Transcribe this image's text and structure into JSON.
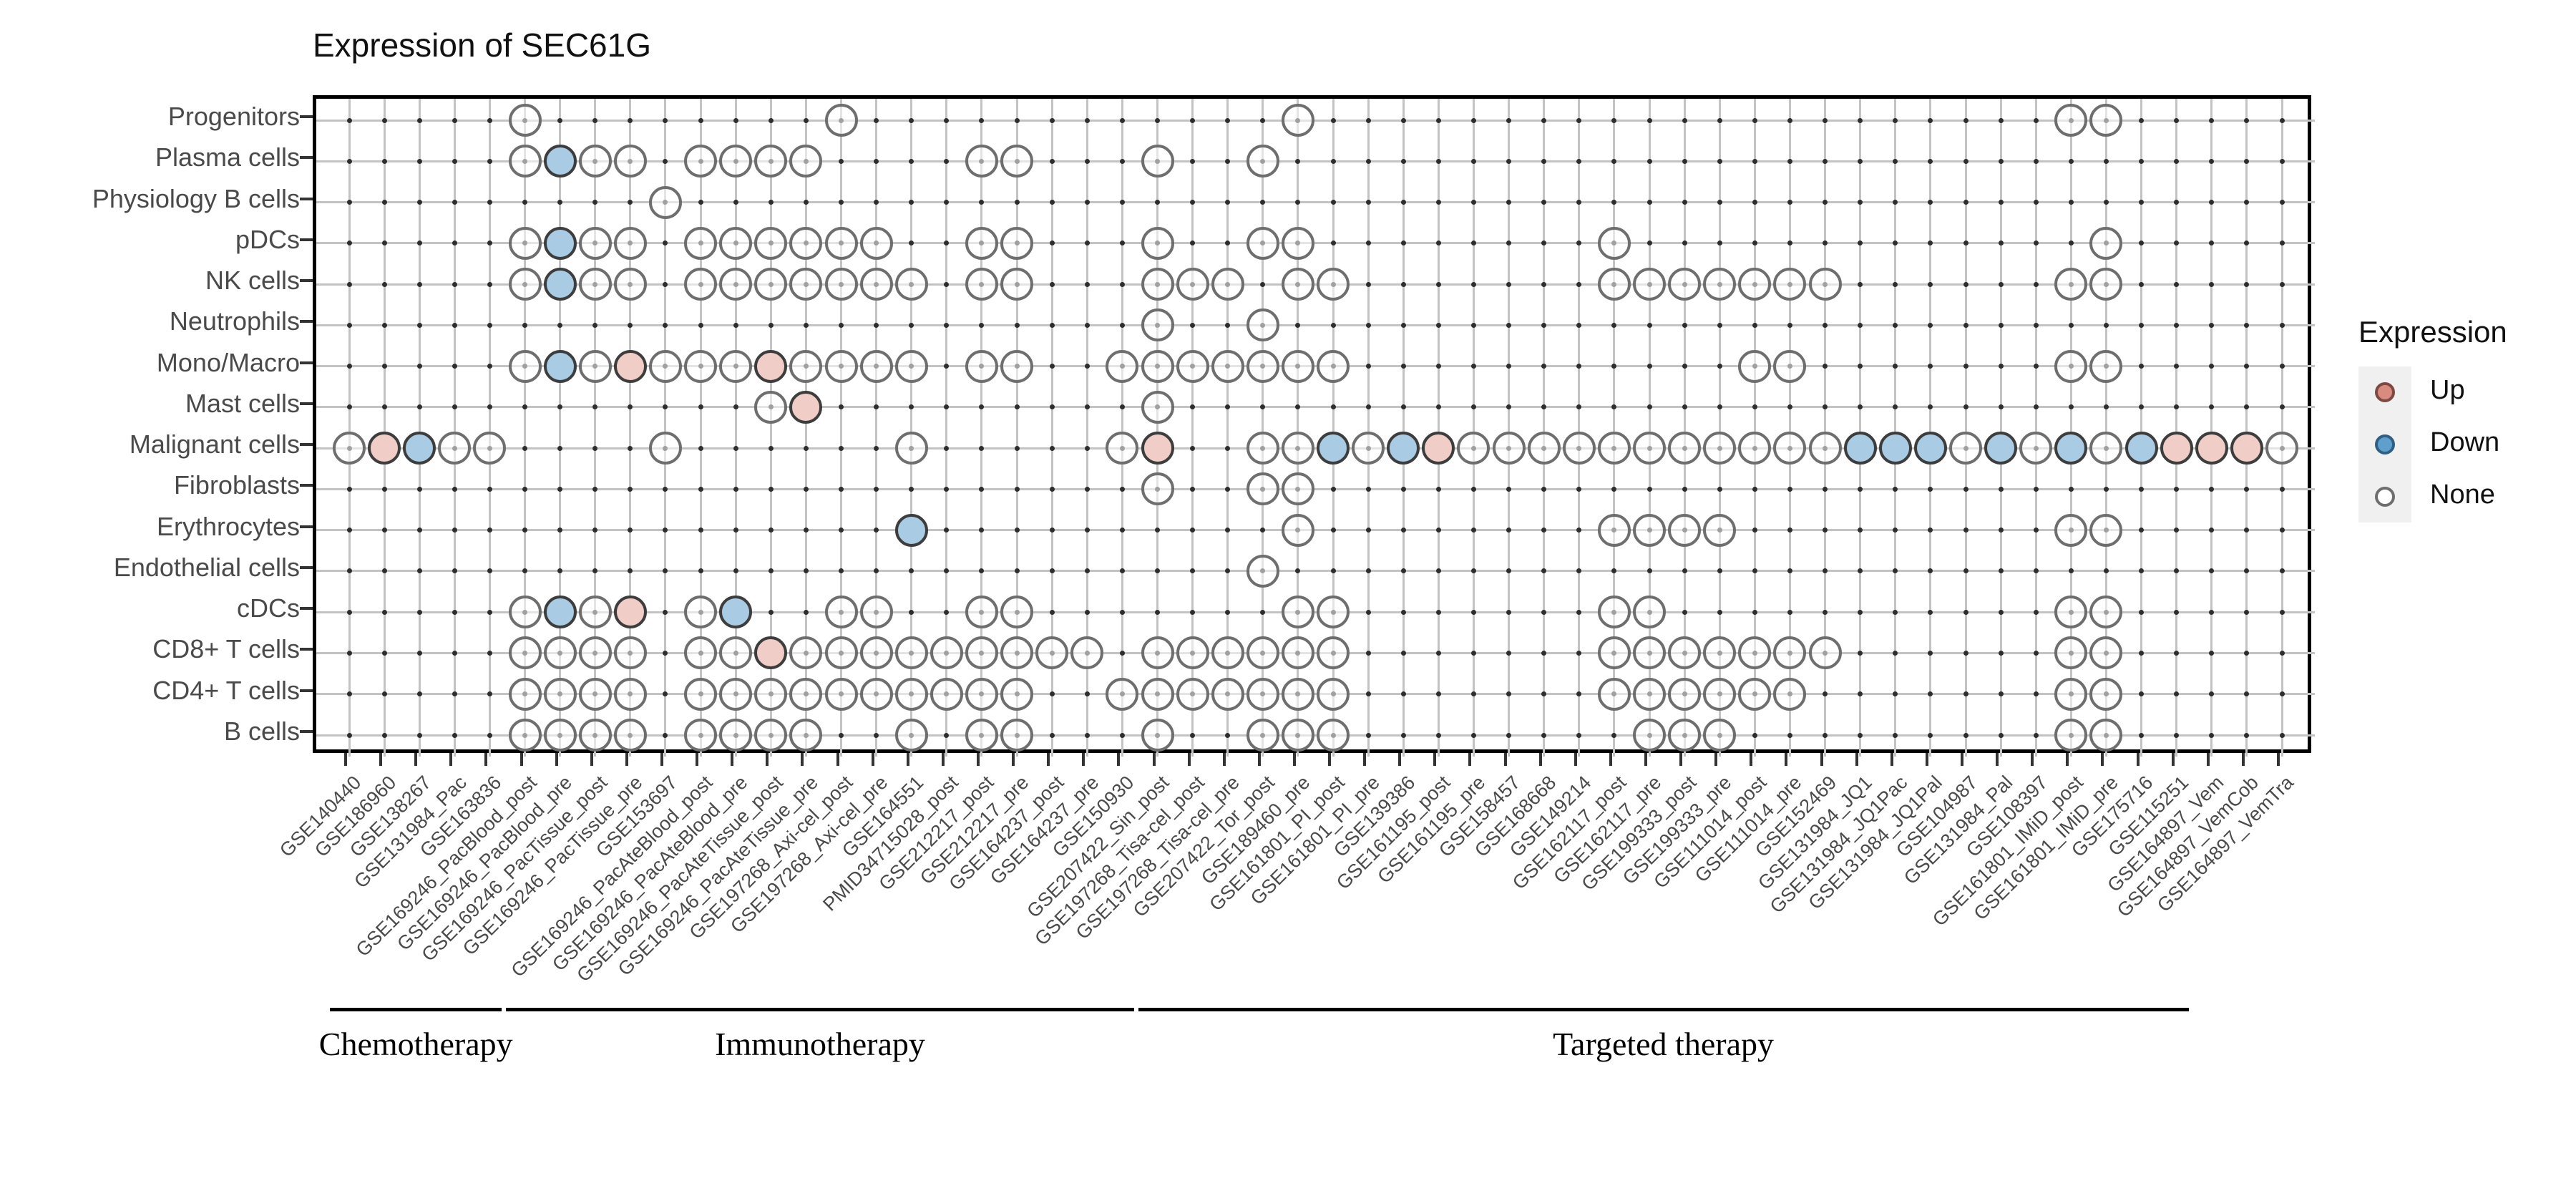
{
  "title": "Expression of SEC61G",
  "legend": {
    "title": "Expression",
    "items": [
      {
        "label": "Up",
        "key": "up"
      },
      {
        "label": "Down",
        "key": "down"
      },
      {
        "label": "None",
        "key": "none"
      }
    ]
  },
  "colors": {
    "up_fill": "#f0cec7",
    "down_fill": "#a9cbe3",
    "none_fill": "#ffffff",
    "up_stroke": "#3d3d3d",
    "down_stroke": "#3d3d3d",
    "none_stroke": "#6e6e6e",
    "legend_up": "#d98b80",
    "legend_down": "#5e9fcb",
    "legend_none": "#ffffff",
    "grid": "#c3c3c3",
    "node_dot": "#2e2e2e",
    "axis_text": "#4a4a4a"
  },
  "groups": [
    {
      "label": "Chemotherapy",
      "from": 1,
      "to": 5
    },
    {
      "label": "Immunotherapy",
      "from": 6,
      "to": 23
    },
    {
      "label": "Targeted therapy",
      "from": 24,
      "to": 53
    }
  ],
  "chart_data": {
    "type": "heatmap",
    "title": "Expression of SEC61G",
    "legend_values": [
      "Up",
      "Down",
      "None"
    ],
    "rows": [
      "Progenitors",
      "Plasma cells",
      "Physiology B cells",
      "pDCs",
      "NK cells",
      "Neutrophils",
      "Mono/Macro",
      "Mast cells",
      "Malignant cells",
      "Fibroblasts",
      "Erythrocytes",
      "Endothelial cells",
      "cDCs",
      "CD8+ T cells",
      "CD4+ T cells",
      "B cells"
    ],
    "cols": [
      "GSE140440",
      "GSE186960",
      "GSE138267",
      "GSE131984_Pac",
      "GSE163836",
      "GSE169246_PacBlood_post",
      "GSE169246_PacBlood_pre",
      "GSE169246_PacTissue_post",
      "GSE169246_PacTissue_pre",
      "GSE153697",
      "GSE169246_PacAteBlood_post",
      "GSE169246_PacAteBlood_pre",
      "GSE169246_PacAteTissue_post",
      "GSE169246_PacAteTissue_pre",
      "GSE197268_Axi-cel_post",
      "GSE197268_Axi-cel_pre",
      "GSE164551",
      "PMID34715028_post",
      "GSE212217_post",
      "GSE212217_pre",
      "GSE164237_post",
      "GSE164237_pre",
      "GSE150930",
      "GSE207422_Sin_post",
      "GSE197268_Tisa-cel_post",
      "GSE197268_Tisa-cel_pre",
      "GSE207422_Tor_post",
      "GSE189460_pre",
      "GSE161801_PI_post",
      "GSE161801_PI_pre",
      "GSE139386",
      "GSE161195_post",
      "GSE161195_pre",
      "GSE158457",
      "GSE168668",
      "GSE149214",
      "GSE162117_post",
      "GSE162117_pre",
      "GSE199333_post",
      "GSE199333_pre",
      "GSE111014_post",
      "GSE111014_pre",
      "GSE152469",
      "GSE131984_JQ1",
      "GSE131984_JQ1Pac",
      "GSE131984_JQ1Pal",
      "GSE104987",
      "GSE131984_Pal",
      "GSE108397",
      "GSE161801_IMiD_post",
      "GSE161801_IMiD_pre",
      "GSE175716",
      "GSE115251",
      "GSE164897_Vem",
      "GSE164897_VemCob",
      "GSE164897_VemTra"
    ],
    "cells": {
      "Progenitors": {
        "up": [],
        "down": [],
        "none": [
          6,
          15,
          28,
          50,
          51
        ]
      },
      "Plasma cells": {
        "up": [],
        "down": [
          7
        ],
        "none": [
          6,
          8,
          9,
          11,
          12,
          13,
          14,
          19,
          20,
          24,
          27
        ]
      },
      "Physiology B cells": {
        "up": [],
        "down": [],
        "none": [
          10
        ]
      },
      "pDCs": {
        "up": [],
        "down": [
          7
        ],
        "none": [
          6,
          8,
          9,
          11,
          12,
          13,
          14,
          15,
          16,
          19,
          20,
          24,
          27,
          28,
          37,
          51
        ]
      },
      "NK cells": {
        "up": [],
        "down": [
          7
        ],
        "none": [
          6,
          8,
          9,
          11,
          12,
          13,
          14,
          15,
          16,
          17,
          19,
          20,
          24,
          25,
          26,
          28,
          29,
          37,
          38,
          39,
          40,
          41,
          42,
          43,
          50,
          51
        ]
      },
      "Neutrophils": {
        "up": [],
        "down": [],
        "none": [
          24,
          27
        ]
      },
      "Mono/Macro": {
        "up": [
          9,
          13
        ],
        "down": [
          7
        ],
        "none": [
          6,
          8,
          10,
          11,
          12,
          14,
          15,
          16,
          17,
          19,
          20,
          23,
          24,
          25,
          26,
          27,
          28,
          29,
          41,
          42,
          50,
          51
        ]
      },
      "Mast cells": {
        "up": [
          14
        ],
        "down": [],
        "none": [
          13,
          24
        ]
      },
      "Malignant cells": {
        "up": [
          2,
          24,
          32,
          53,
          54,
          55
        ],
        "down": [
          3,
          29,
          31,
          44,
          45,
          46,
          48,
          50,
          52
        ],
        "none": [
          1,
          4,
          5,
          10,
          17,
          23,
          27,
          28,
          30,
          33,
          34,
          35,
          36,
          37,
          38,
          39,
          40,
          41,
          42,
          43,
          47,
          49,
          51,
          56
        ]
      },
      "Fibroblasts": {
        "up": [],
        "down": [],
        "none": [
          24,
          27,
          28
        ]
      },
      "Erythrocytes": {
        "up": [],
        "down": [
          17
        ],
        "none": [
          28,
          37,
          38,
          39,
          40,
          50,
          51
        ]
      },
      "Endothelial cells": {
        "up": [],
        "down": [],
        "none": [
          27
        ]
      },
      "cDCs": {
        "up": [
          9
        ],
        "down": [
          7,
          12
        ],
        "none": [
          6,
          8,
          11,
          15,
          16,
          19,
          20,
          28,
          29,
          37,
          38,
          50,
          51
        ]
      },
      "CD8+ T cells": {
        "up": [
          13
        ],
        "down": [],
        "none": [
          6,
          7,
          8,
          9,
          11,
          12,
          14,
          15,
          16,
          17,
          18,
          19,
          20,
          21,
          22,
          24,
          25,
          26,
          27,
          28,
          29,
          37,
          38,
          39,
          40,
          41,
          42,
          43,
          50,
          51
        ]
      },
      "CD4+ T cells": {
        "up": [],
        "down": [],
        "none": [
          6,
          7,
          8,
          9,
          11,
          12,
          13,
          14,
          15,
          16,
          17,
          18,
          19,
          20,
          23,
          24,
          25,
          26,
          27,
          28,
          29,
          37,
          38,
          39,
          40,
          41,
          42,
          50,
          51
        ]
      },
      "B cells": {
        "up": [],
        "down": [],
        "none": [
          6,
          7,
          8,
          9,
          11,
          12,
          13,
          14,
          17,
          19,
          20,
          24,
          27,
          28,
          29,
          38,
          39,
          40,
          50,
          51
        ]
      }
    }
  }
}
